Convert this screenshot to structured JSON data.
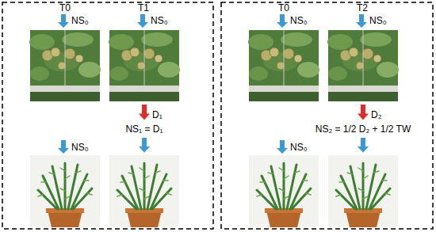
{
  "diagram": {
    "labels": [
      "T0",
      "T1",
      "NS₀",
      "NS₀",
      "D₁",
      "NS₁ = D₁",
      "NS₀",
      "T0",
      "T2",
      "NS₀",
      "NS₀",
      "D₂",
      "NS₂ = 1/2 D₂ + 1/2 TW",
      "NS₀"
    ]
  }
}
